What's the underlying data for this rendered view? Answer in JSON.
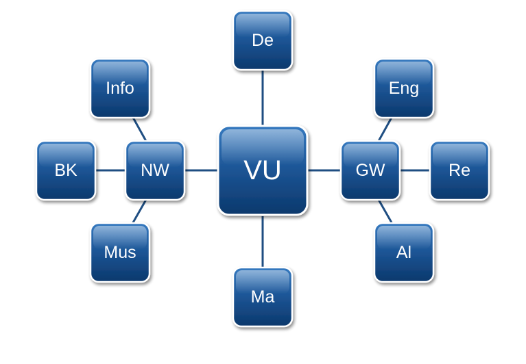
{
  "diagram": {
    "colors": {
      "box_top": "#2d6fb5",
      "box_bottom": "#0d3c73",
      "box_border": "#ffffff",
      "connector": "#1f4e82",
      "text": "#ffffff"
    },
    "nodes": {
      "center": "VU",
      "top": "De",
      "bottom": "Ma",
      "left_hub": "NW",
      "right_hub": "GW",
      "left_top": "Info",
      "left_outer": "BK",
      "left_bottom": "Mus",
      "right_top": "Eng",
      "right_outer": "Re",
      "right_bottom": "Al"
    }
  }
}
